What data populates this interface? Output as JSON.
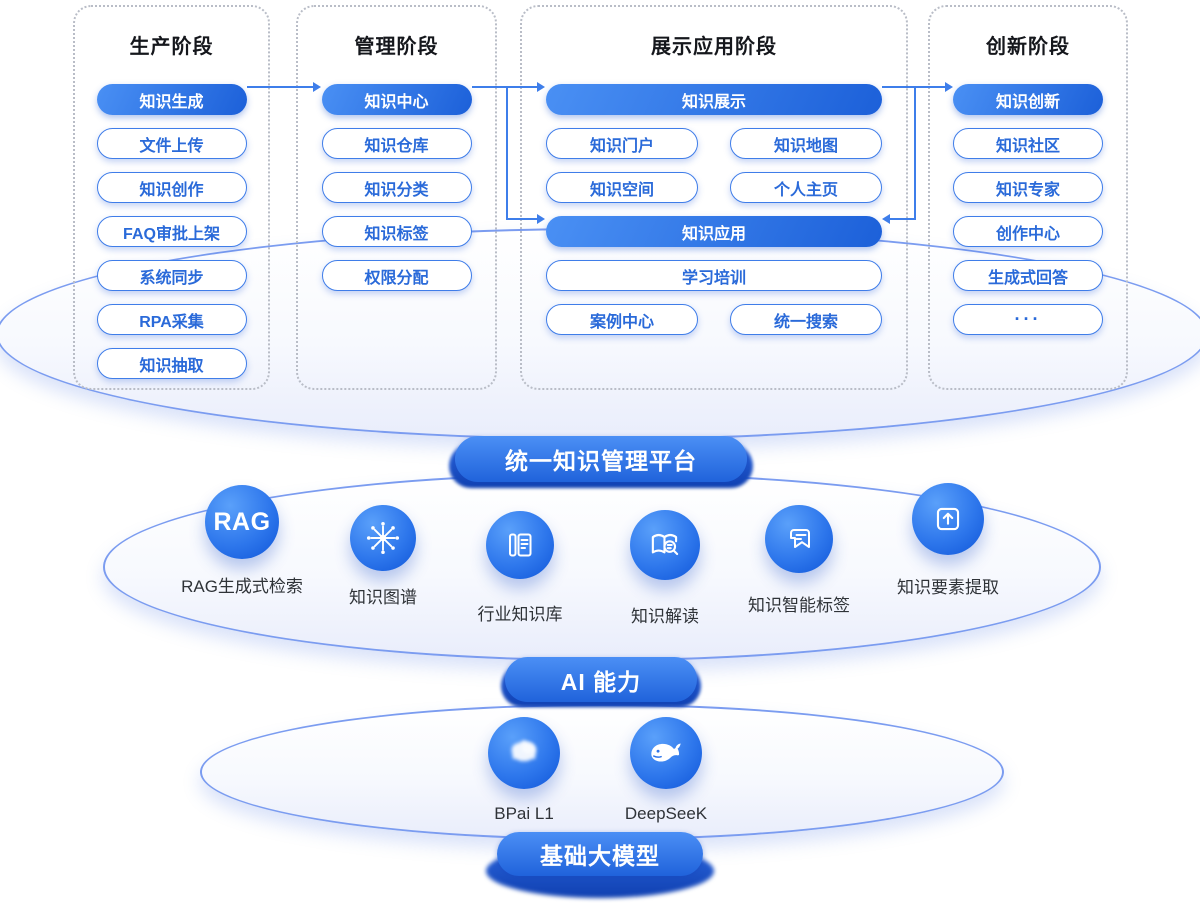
{
  "columns": [
    {
      "title": "生产阶段",
      "items": [
        "知识生成",
        "文件上传",
        "知识创作",
        "FAQ审批上架",
        "系统同步",
        "RPA采集",
        "知识抽取"
      ]
    },
    {
      "title": "管理阶段",
      "items": [
        "知识中心",
        "知识仓库",
        "知识分类",
        "知识标签",
        "权限分配"
      ]
    },
    {
      "title": "展示应用阶段",
      "items": [
        "知识展示",
        "知识门户",
        "知识地图",
        "知识空间",
        "个人主页",
        "知识应用",
        "学习培训",
        "案例中心",
        "统一搜索"
      ]
    },
    {
      "title": "创新阶段",
      "items": [
        "知识创新",
        "知识社区",
        "知识专家",
        "创作中心",
        "生成式回答",
        "···"
      ]
    }
  ],
  "platform": {
    "label": "统一知识管理平台",
    "capabilities": [
      {
        "icon": "rag-badge-icon",
        "badge": "RAG",
        "label": "RAG生成式检索"
      },
      {
        "icon": "knowledge-graph-icon",
        "label": "知识图谱"
      },
      {
        "icon": "industry-knowledge-base-icon",
        "label": "行业知识库"
      },
      {
        "icon": "knowledge-interpretation-icon",
        "label": "知识解读"
      },
      {
        "icon": "knowledge-smart-tag-icon",
        "label": "知识智能标签"
      },
      {
        "icon": "knowledge-element-extraction-icon",
        "label": "知识要素提取"
      }
    ]
  },
  "ai": {
    "label": "AI 能力",
    "models": [
      {
        "icon": "bpai-logo",
        "label": "BPai L1"
      },
      {
        "icon": "deepseek-logo",
        "label": "DeepSeeK"
      }
    ]
  },
  "foundation": {
    "label": "基础大模型"
  },
  "colors": {
    "accent": "#2f7ae5",
    "pill_fill_start": "#4a90f4",
    "pill_fill_end": "#1c60d9",
    "outline_border": "#3f7de9",
    "outline_text": "#2a6ad9",
    "connector": "#3e7eea"
  }
}
